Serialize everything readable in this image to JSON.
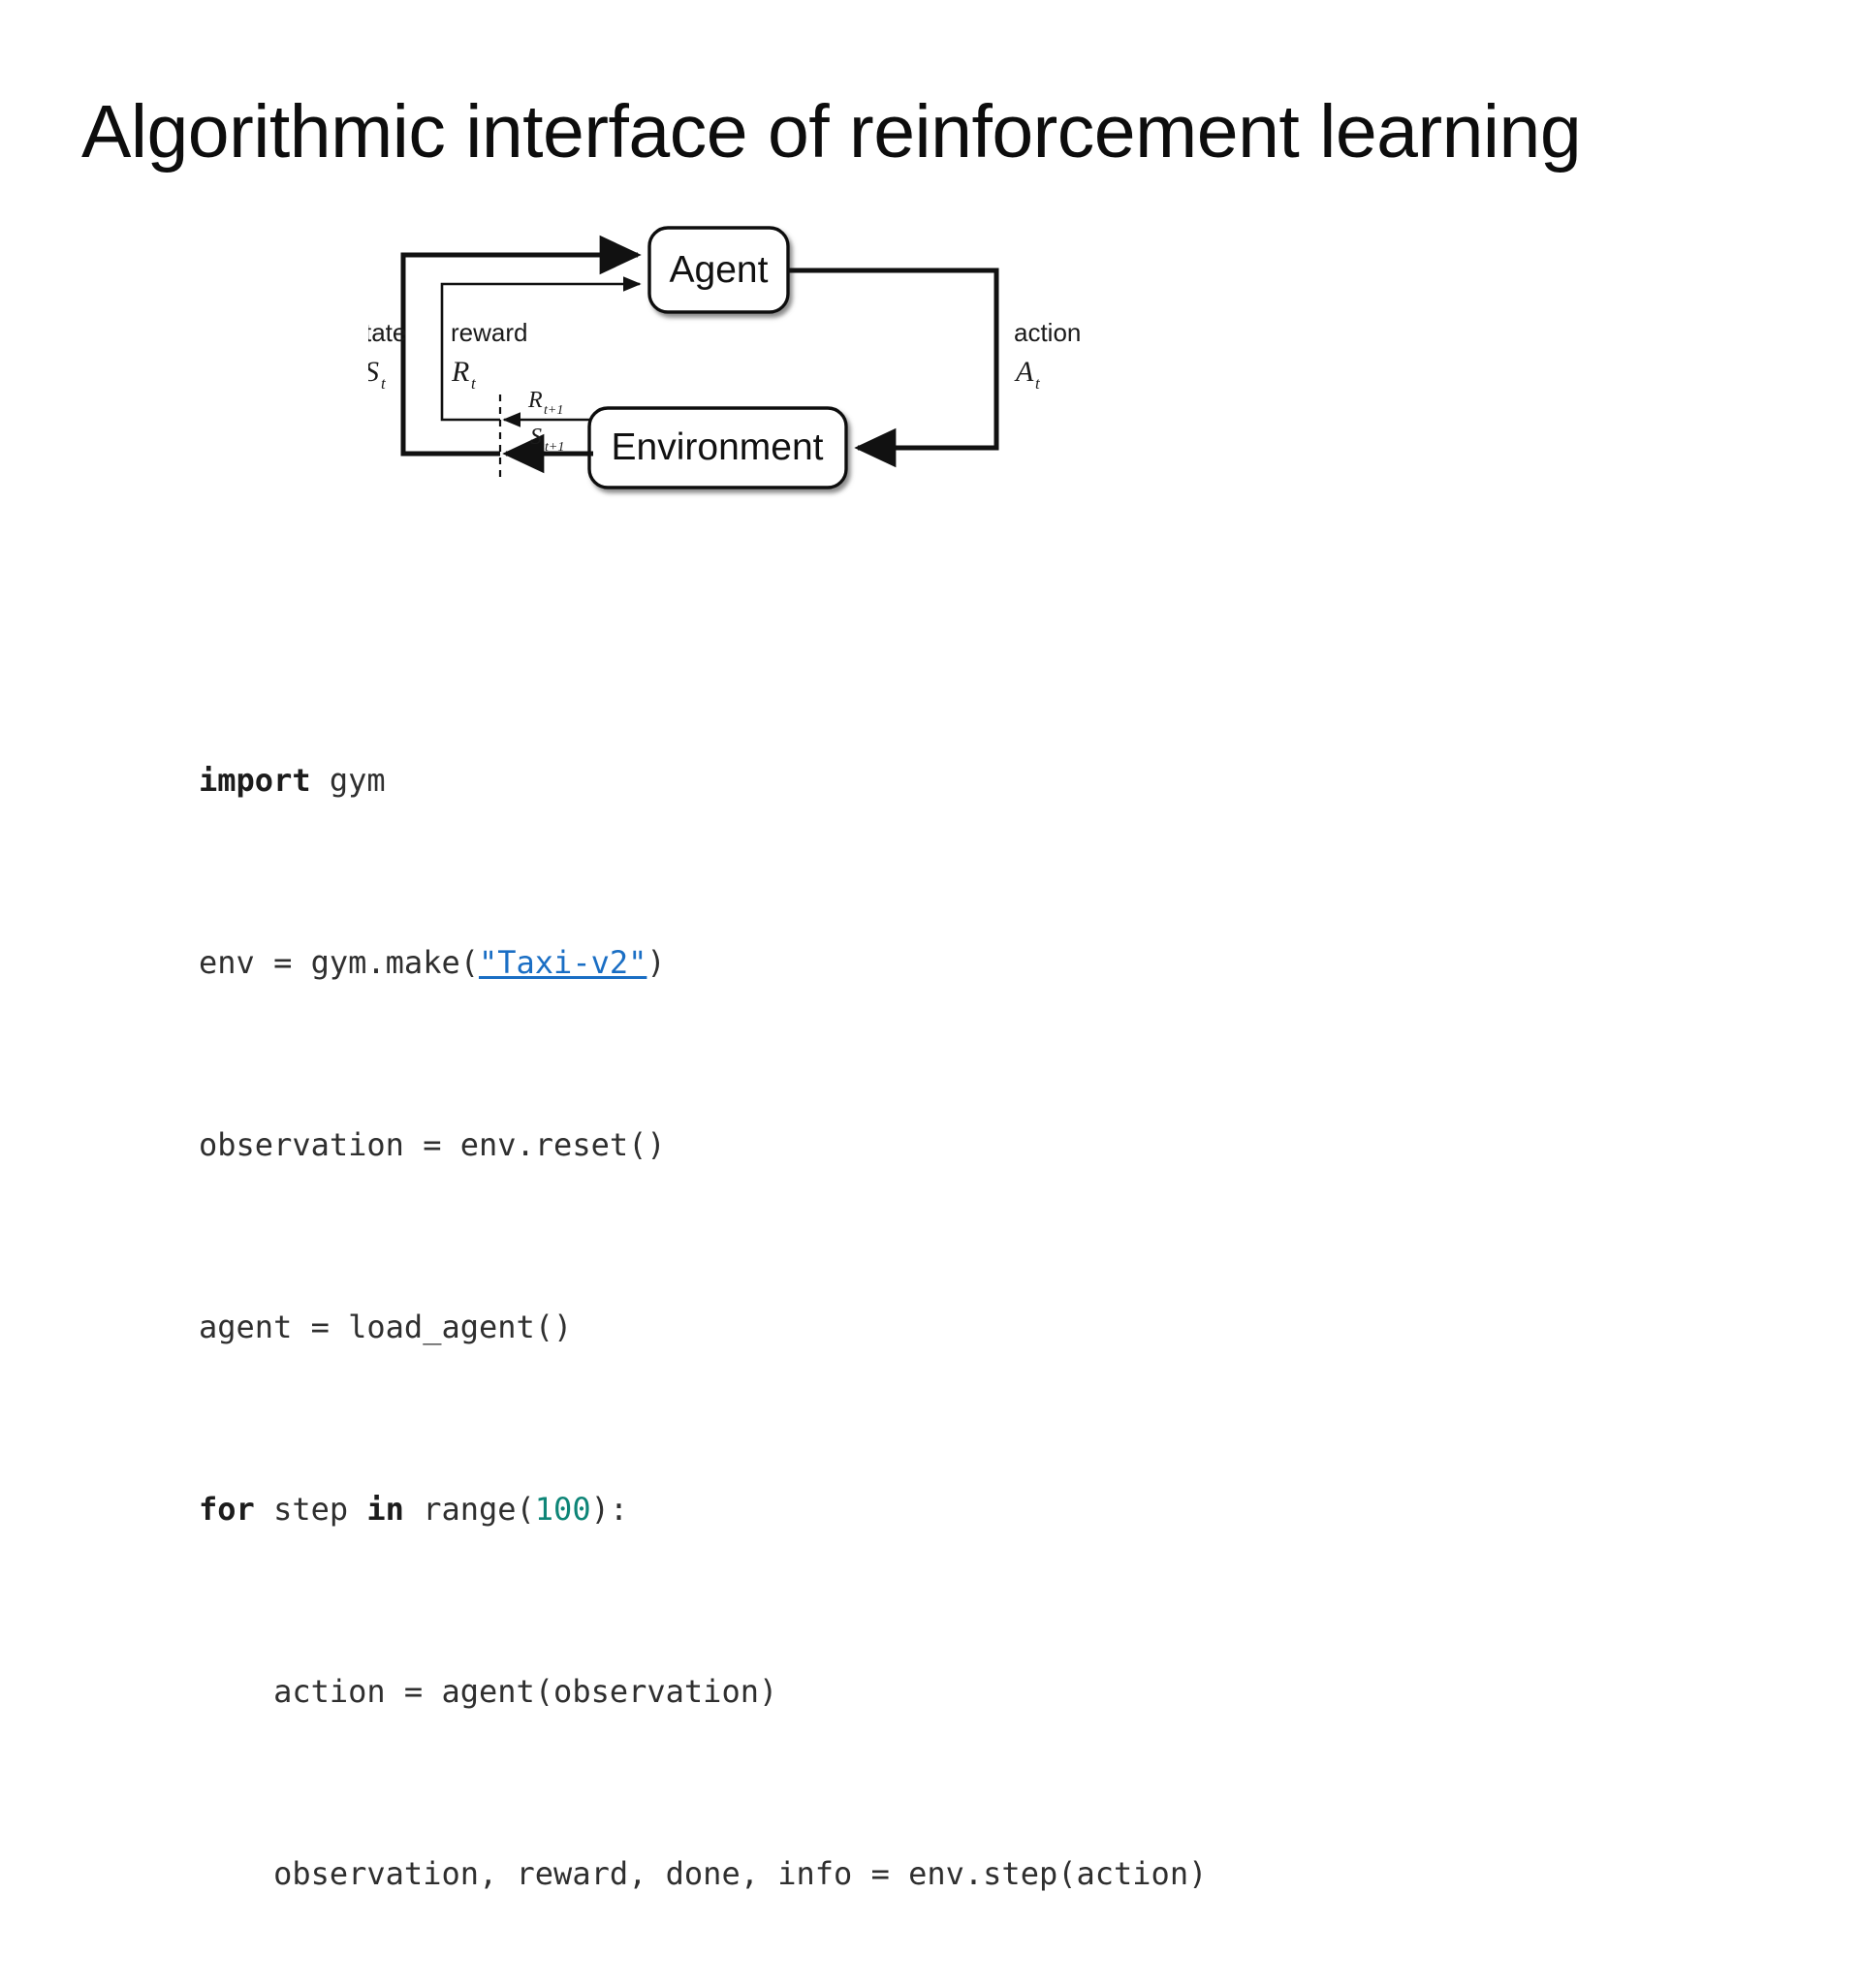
{
  "slide": {
    "title": "Algorithmic interface of reinforcement learning",
    "background_color": "#ffffff"
  },
  "diagram": {
    "name": "agent-environment-interaction-loop",
    "agent_box_label": "Agent",
    "environment_box_label": "Environment",
    "edge_labels": {
      "state_word": "state",
      "state_symbol": "S",
      "state_subscript": "t",
      "reward_word": "reward",
      "reward_symbol": "R",
      "reward_subscript": "t",
      "action_word": "action",
      "action_symbol": "A",
      "action_subscript": "t",
      "next_reward_symbol": "R",
      "next_reward_subscript": "t+1",
      "next_state_symbol": "S",
      "next_state_subscript": "t+1"
    },
    "stroke_color": "#111111",
    "box_fill": "#ffffff"
  },
  "code": {
    "language": "python",
    "link_text": "\"Taxi-v2\"",
    "link_color": "#1a6ec4",
    "number_color": "#0e8577",
    "keyword_color": "#1c1c1c",
    "text_color": "#2f2f2f",
    "lines": [
      {
        "id": "line-1",
        "text": "import gym"
      },
      {
        "id": "line-2",
        "text": "env = gym.make(\"Taxi-v2\")"
      },
      {
        "id": "line-3",
        "text": "observation = env.reset()"
      },
      {
        "id": "line-4",
        "text": "agent = load_agent()"
      },
      {
        "id": "line-5",
        "text": "for step in range(100):"
      },
      {
        "id": "line-6",
        "text": "    action = agent(observation)"
      },
      {
        "id": "line-7",
        "text": "    observation, reward, done, info = env.step(action)"
      }
    ],
    "tokens": {
      "l1_kw": "import",
      "l1_rest": " gym",
      "l2_pre": "env = gym.make(",
      "l2_link": "\"Taxi-v2\"",
      "l2_post": ")",
      "l3": "observation = env.reset()",
      "l4": "agent = load_agent()",
      "l5_kw1": "for",
      "l5_mid1": " step ",
      "l5_kw2": "in",
      "l5_mid2": " range(",
      "l5_num": "100",
      "l5_post": "):",
      "l6": "    action = agent(observation)",
      "l7": "    observation, reward, done, info = env.step(action)"
    }
  }
}
